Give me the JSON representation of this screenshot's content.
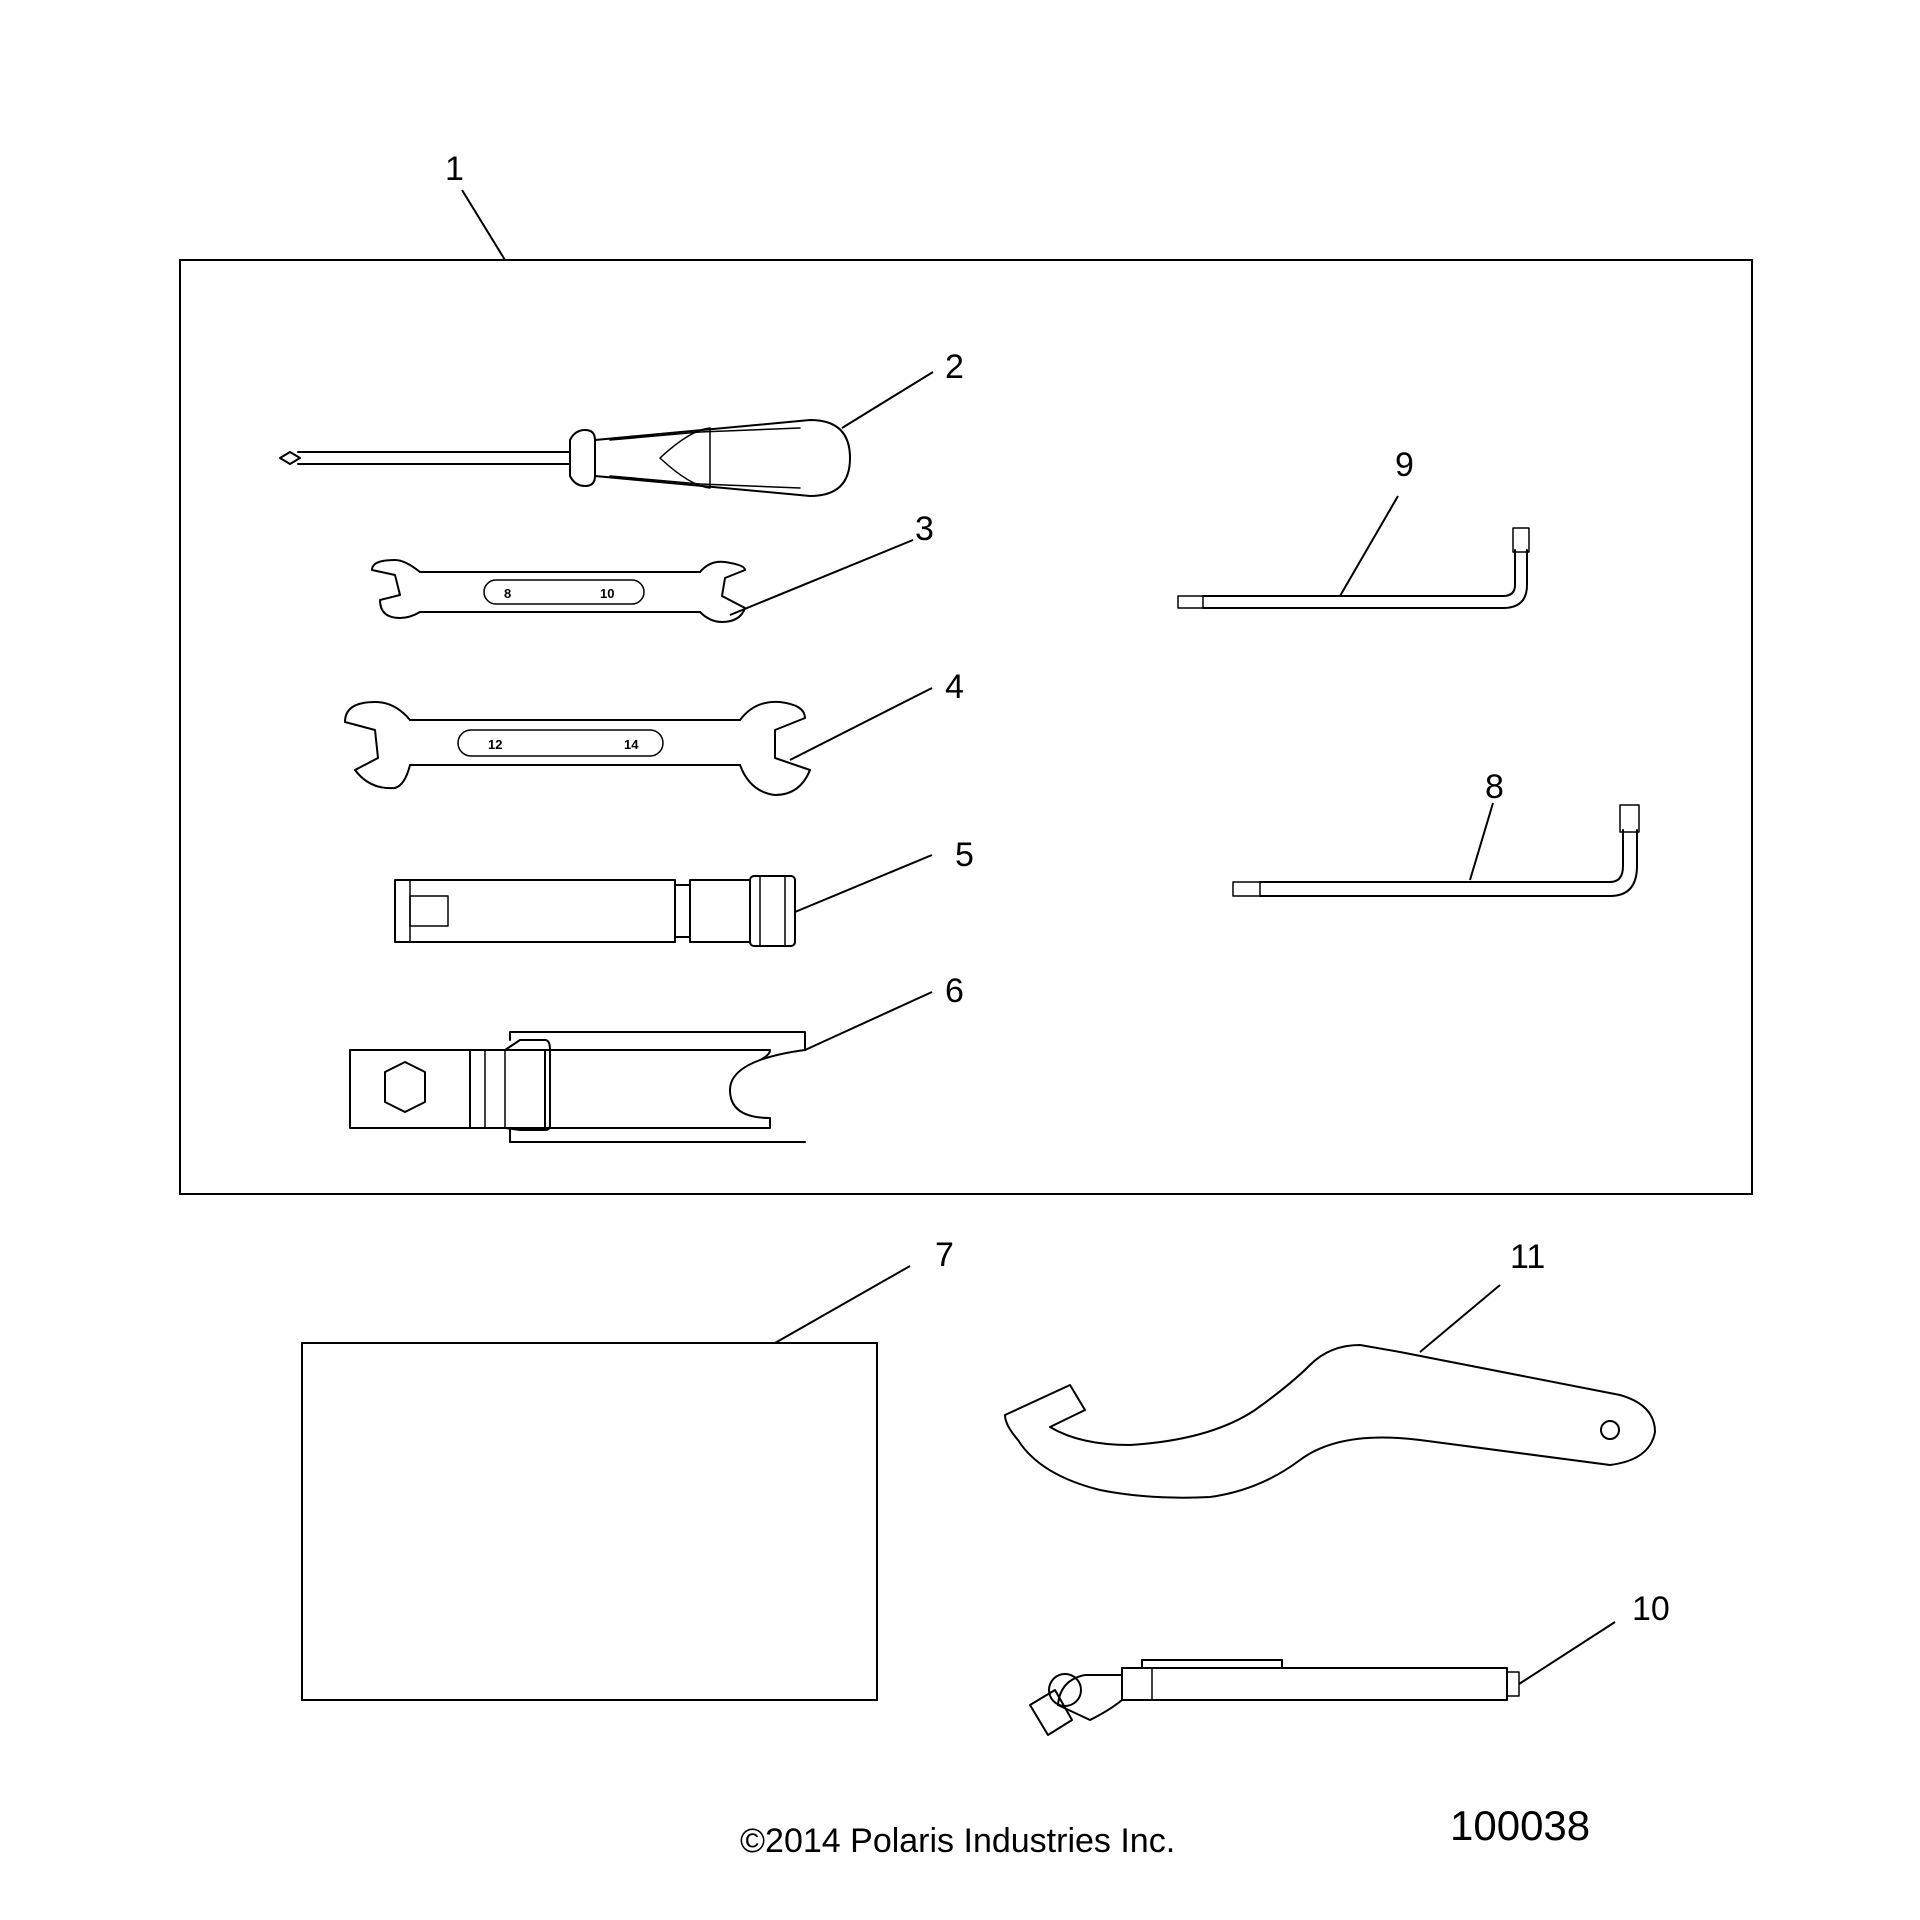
{
  "callouts": {
    "c1": "1",
    "c2": "2",
    "c3": "3",
    "c4": "4",
    "c5": "5",
    "c6": "6",
    "c7": "7",
    "c8": "8",
    "c9": "9",
    "c10": "10",
    "c11": "11"
  },
  "wrench_small": {
    "left_size": "8",
    "right_size": "10"
  },
  "wrench_large": {
    "left_size": "12",
    "right_size": "14"
  },
  "footer": {
    "copyright": "©2014 Polaris Industries Inc.",
    "figure_number": "100038"
  }
}
